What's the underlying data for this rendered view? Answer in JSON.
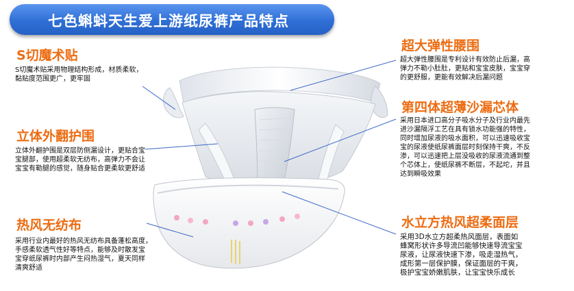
{
  "banner": {
    "title": "七色蝌蚪天生爱上游纸尿裤产品特点"
  },
  "features": {
    "s_tape": {
      "title": "S切魔术贴",
      "lines": [
        "S切魔术贴采用物理结构形成，材质柔软，",
        "黏贴度范围更广，更牢固"
      ]
    },
    "cuff": {
      "title": "立体外翻护围",
      "lines": [
        "立体外翻护围是双层防侧漏设计，更贴合宝",
        "宝腿部，使用超柔软无纺布，高弹力不会让",
        "宝宝有勒腿的感觉，随身贴合更柔软更舒适"
      ]
    },
    "hot_air": {
      "title": "热风无纺布",
      "lines": [
        "采用行业内最好的热风无纺布具备蓬松高度，",
        "手感柔软透气性好等特点，能够及时散发宝",
        "宝穿纸尿裤时内部产生闷热湿气，夏天同样",
        "清爽舒适"
      ]
    },
    "waist": {
      "title": "超大弹性腰围",
      "lines": [
        "超大弹性腰围是专利设计有效防止后漏，高",
        "弹力不勒小肚肚，更贴和宝宝皮肤，宝宝穿",
        "的更舒服，更能有效解决后漏问题"
      ]
    },
    "core": {
      "title": "第四体超薄沙漏芯体",
      "lines": [
        "采用日本进口高分子吸水分子及行业内最先",
        "进沙漏隔浮工艺在具有锁水功能强的特性，",
        "同时增加尿液的吸水面积，可以迅速吸收宝",
        "宝的尿液使纸尿裤面层时刻保持干爽，不反",
        "渗，可以迅速把上层没吸收的尿液流通到整",
        "个芯体上，使纸尿裤不断层，不起坨，并且",
        "达到瞬吸效果"
      ]
    },
    "surface": {
      "title": "水立方热风超柔面层",
      "lines": [
        "采用3D水立方超柔热风面层，表面如",
        "蜂窝形状许多导流凹能够快速导流宝宝",
        "尿液，让尿液快速下渗，吸走湿热气，",
        "成形第一层保护膜，保证面层的干爽，",
        "极护宝宝娇嫩肌肤，让宝宝快乐成长"
      ]
    }
  },
  "colors": {
    "accent": "#ec6c12",
    "banner": "#2f6fd6",
    "leader": "#3b68c6"
  },
  "image": {
    "subject": "diaper-photo"
  }
}
